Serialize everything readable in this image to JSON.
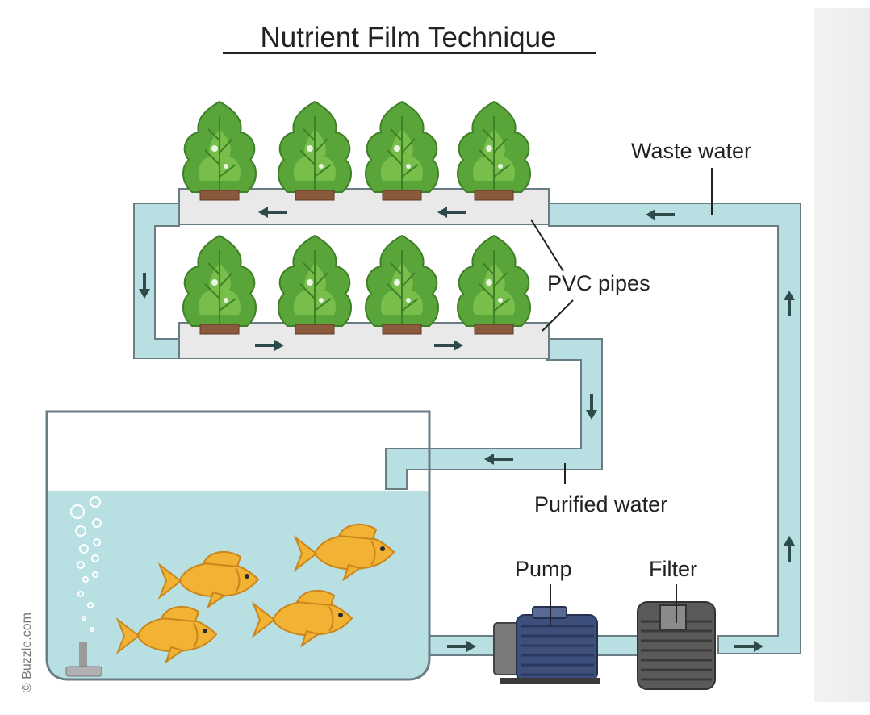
{
  "title": "Nutrient Film Technique",
  "labels": {
    "waste_water": "Waste water",
    "pvc_pipes": "PVC pipes",
    "purified_water": "Purified water",
    "pump": "Pump",
    "filter": "Filter"
  },
  "watermark": "© Buzzle.com",
  "colors": {
    "water": "#b8e0e3",
    "pipe_outline": "#6a7d84",
    "pvc_pipe": "#e9e9e9",
    "plant_leaf": "#5aa53a",
    "fish": "#f2b233",
    "pump_motor": "#3e4f7c",
    "filter_body": "#5a5a5a",
    "arrow": "#2f4a4a"
  },
  "icons": [
    "plant-icon",
    "fish-icon",
    "pump-icon",
    "filter-icon",
    "flow-arrow-icon",
    "air-stone-icon",
    "bubbles-icon"
  ]
}
